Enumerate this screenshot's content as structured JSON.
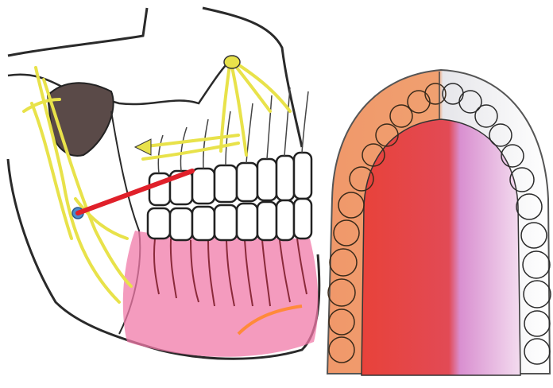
{
  "figure": {
    "panels": [
      {
        "id": "skull-lateral-view",
        "description_icon": "jaw-nerve-anatomy"
      },
      {
        "id": "maxillary-arch-occlusal-view",
        "description_icon": "dental-arch"
      }
    ],
    "colors": {
      "bone_outline": "#2a2a2a",
      "nerve_yellow": "#e8e24a",
      "anesthesia_pink": "#f07aa8",
      "needle_red": "#e0202a",
      "palate_red": "#e8423a",
      "palate_orange": "#f0986a",
      "palate_lilac": "#d98fd0",
      "sinus_dark": "#5a4a48",
      "background": "#ffffff"
    }
  }
}
